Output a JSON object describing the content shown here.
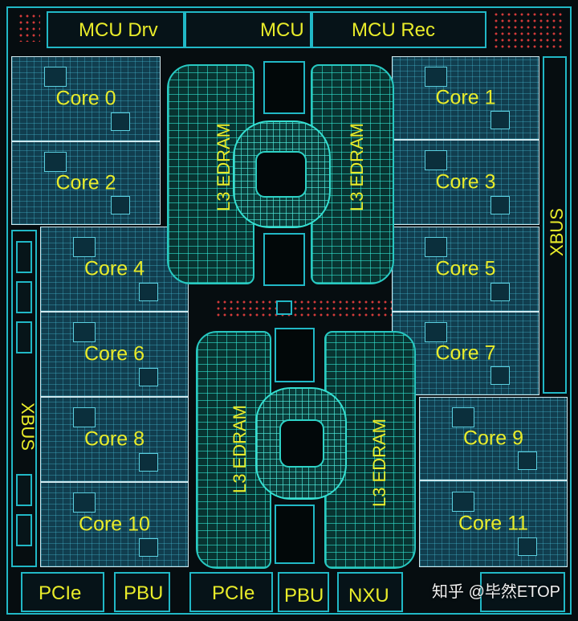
{
  "top_bar": {
    "mcu_drv": "MCU Drv",
    "mcu": "MCU",
    "mcu_rec": "MCU Rec"
  },
  "cores": [
    "Core 0",
    "Core 1",
    "Core 2",
    "Core 3",
    "Core 4",
    "Core 5",
    "Core 6",
    "Core 7",
    "Core 8",
    "Core 9",
    "Core 10",
    "Core 11"
  ],
  "edram": {
    "top_left": "L3 EDRAM",
    "top_right": "L3 EDRAM",
    "bottom_left": "L3 EDRAM",
    "bottom_right": "L3 EDRAM"
  },
  "xbus": {
    "right": "XBUS",
    "left": "XBUS"
  },
  "bottom_bar": {
    "pcie_left": "PCIe",
    "pbu_left": "PBU",
    "pcie_mid": "PCIe",
    "pbu_mid": "PBU",
    "nxu": "NXU"
  },
  "watermark": "知乎 @毕然ETOP",
  "colors": {
    "label": "#e9ec2a",
    "outline": "#21b8c6",
    "edram": "#28c9c2",
    "core_fill": "#113e4f",
    "background": "#060d10"
  }
}
